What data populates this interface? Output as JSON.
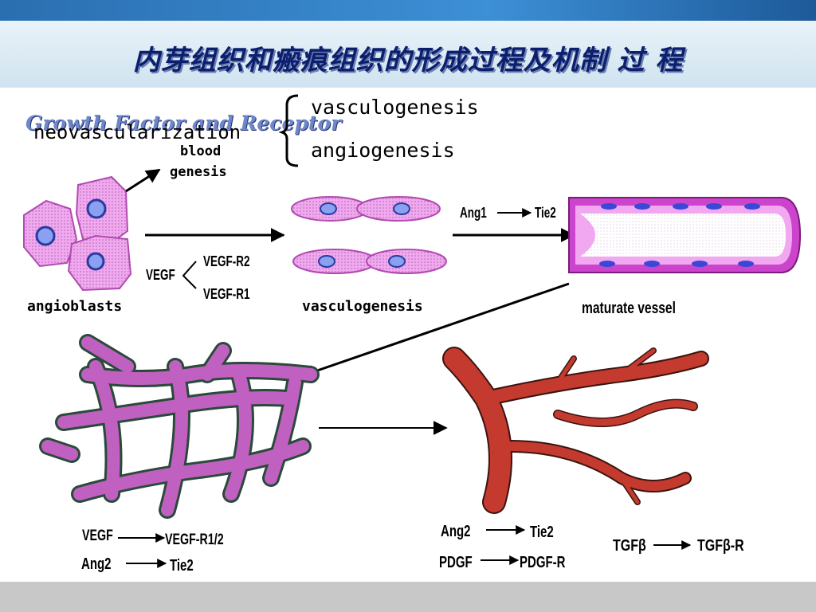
{
  "slide": {
    "title": "内芽组织和瘢痕组织的形成过程及机制 过 程",
    "ghost_heading": "Growth Factor and Receptor",
    "overlap_heading": "neovascularization",
    "types": [
      "vasculogenesis",
      "angiogenesis"
    ],
    "blood_genesis": [
      "blood",
      "genesis"
    ],
    "stages": {
      "angioblasts": "angioblasts",
      "vasculogenesis": "vasculogenesis",
      "maturate_vessel": "maturate vessel"
    },
    "vegf_branch": {
      "ligand": "VEGF",
      "receptors": [
        "VEGF-R2",
        "VEGF-R1"
      ]
    },
    "ang1_pair": {
      "ligand": "Ang1",
      "receptor": "Tie2"
    },
    "bottom_left_pairs": [
      {
        "ligand": "VEGF",
        "receptor": "VEGF-R1/2"
      },
      {
        "ligand": "Ang2",
        "receptor": "Tie2"
      }
    ],
    "bottom_right_pairs": [
      {
        "ligand": "Ang2",
        "receptor": "Tie2"
      },
      {
        "ligand": "PDGF",
        "receptor": "PDGF-R"
      }
    ],
    "tgf_pair": {
      "ligand": "TGFβ",
      "receptor": "TGFβ-R"
    }
  },
  "colors": {
    "cell_fill": "#f2a8f0",
    "nucleus": "#4a5fd0",
    "vessel_wall": "#cc44cc",
    "network": "#c060c0",
    "branch": "#c43a2e",
    "title": "#0c1f6e"
  }
}
